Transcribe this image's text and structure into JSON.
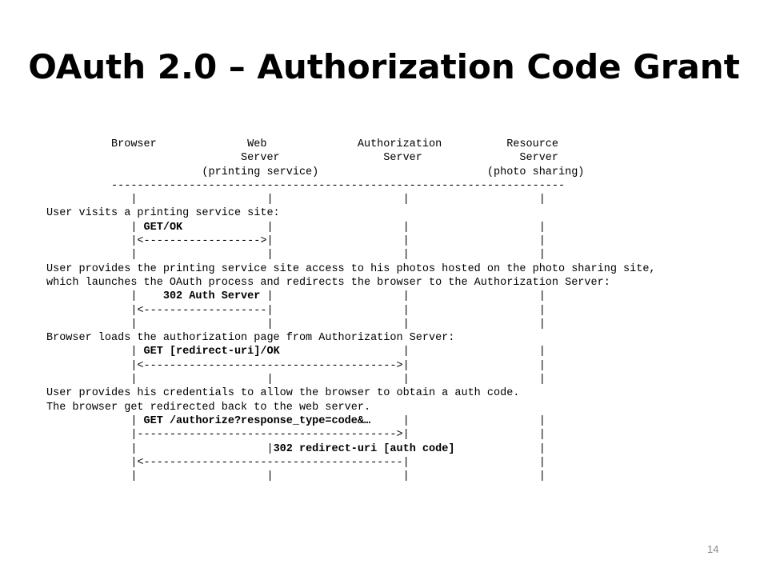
{
  "slide": {
    "title": "OAuth 2.0 – Authorization Code Grant",
    "number": "14"
  },
  "diagram": {
    "lines": [
      {
        "text": "          Browser              Web              Authorization          Resource",
        "bold": false
      },
      {
        "text": "                              Server                Server               Server",
        "bold": false
      },
      {
        "text": "                        (printing service)                          (photo sharing)",
        "bold": false
      },
      {
        "text": "          ----------------------------------------------------------------------",
        "bold": false
      },
      {
        "text": "             |                    |                    |                    |",
        "bold": false
      },
      {
        "text": "User visits a printing service site:",
        "bold": false
      },
      {
        "text": "             | GET/OK             |                    |                    |",
        "bold": true
      },
      {
        "text": "             |<------------------>|                    |                    |",
        "bold": false
      },
      {
        "text": "             |                    |                    |                    |",
        "bold": false
      },
      {
        "text": "User provides the printing service site access to his photos hosted on the photo sharing site,",
        "bold": false
      },
      {
        "text": "which launches the OAuth process and redirects the browser to the Authorization Server:",
        "bold": false
      },
      {
        "text": "             |    302 Auth Server |                    |                    |",
        "bold": true
      },
      {
        "text": "             |<-------------------|                    |                    |",
        "bold": false
      },
      {
        "text": "             |                    |                    |                    |",
        "bold": false
      },
      {
        "text": "Browser loads the authorization page from Authorization Server:",
        "bold": false
      },
      {
        "text": "             | GET [redirect-uri]/OK                   |                    |",
        "bold": true
      },
      {
        "text": "             |<--------------------------------------->|                    |",
        "bold": false
      },
      {
        "text": "             |                    |                    |                    |",
        "bold": false
      },
      {
        "text": "User provides his credentials to allow the browser to obtain a auth code.",
        "bold": false
      },
      {
        "text": "The browser get redirected back to the web server.",
        "bold": false
      },
      {
        "text": "             | GET /authorize?response_type=code&…     |                    |",
        "bold": true
      },
      {
        "text": "             |---------------------------------------->|                    |",
        "bold": false
      },
      {
        "text": "             |                    |302 redirect-uri [auth code]             |",
        "bold": true
      },
      {
        "text": "             |<----------------------------------------|                    |",
        "bold": false
      },
      {
        "text": "             |                    |                    |                    |",
        "bold": false
      }
    ]
  }
}
